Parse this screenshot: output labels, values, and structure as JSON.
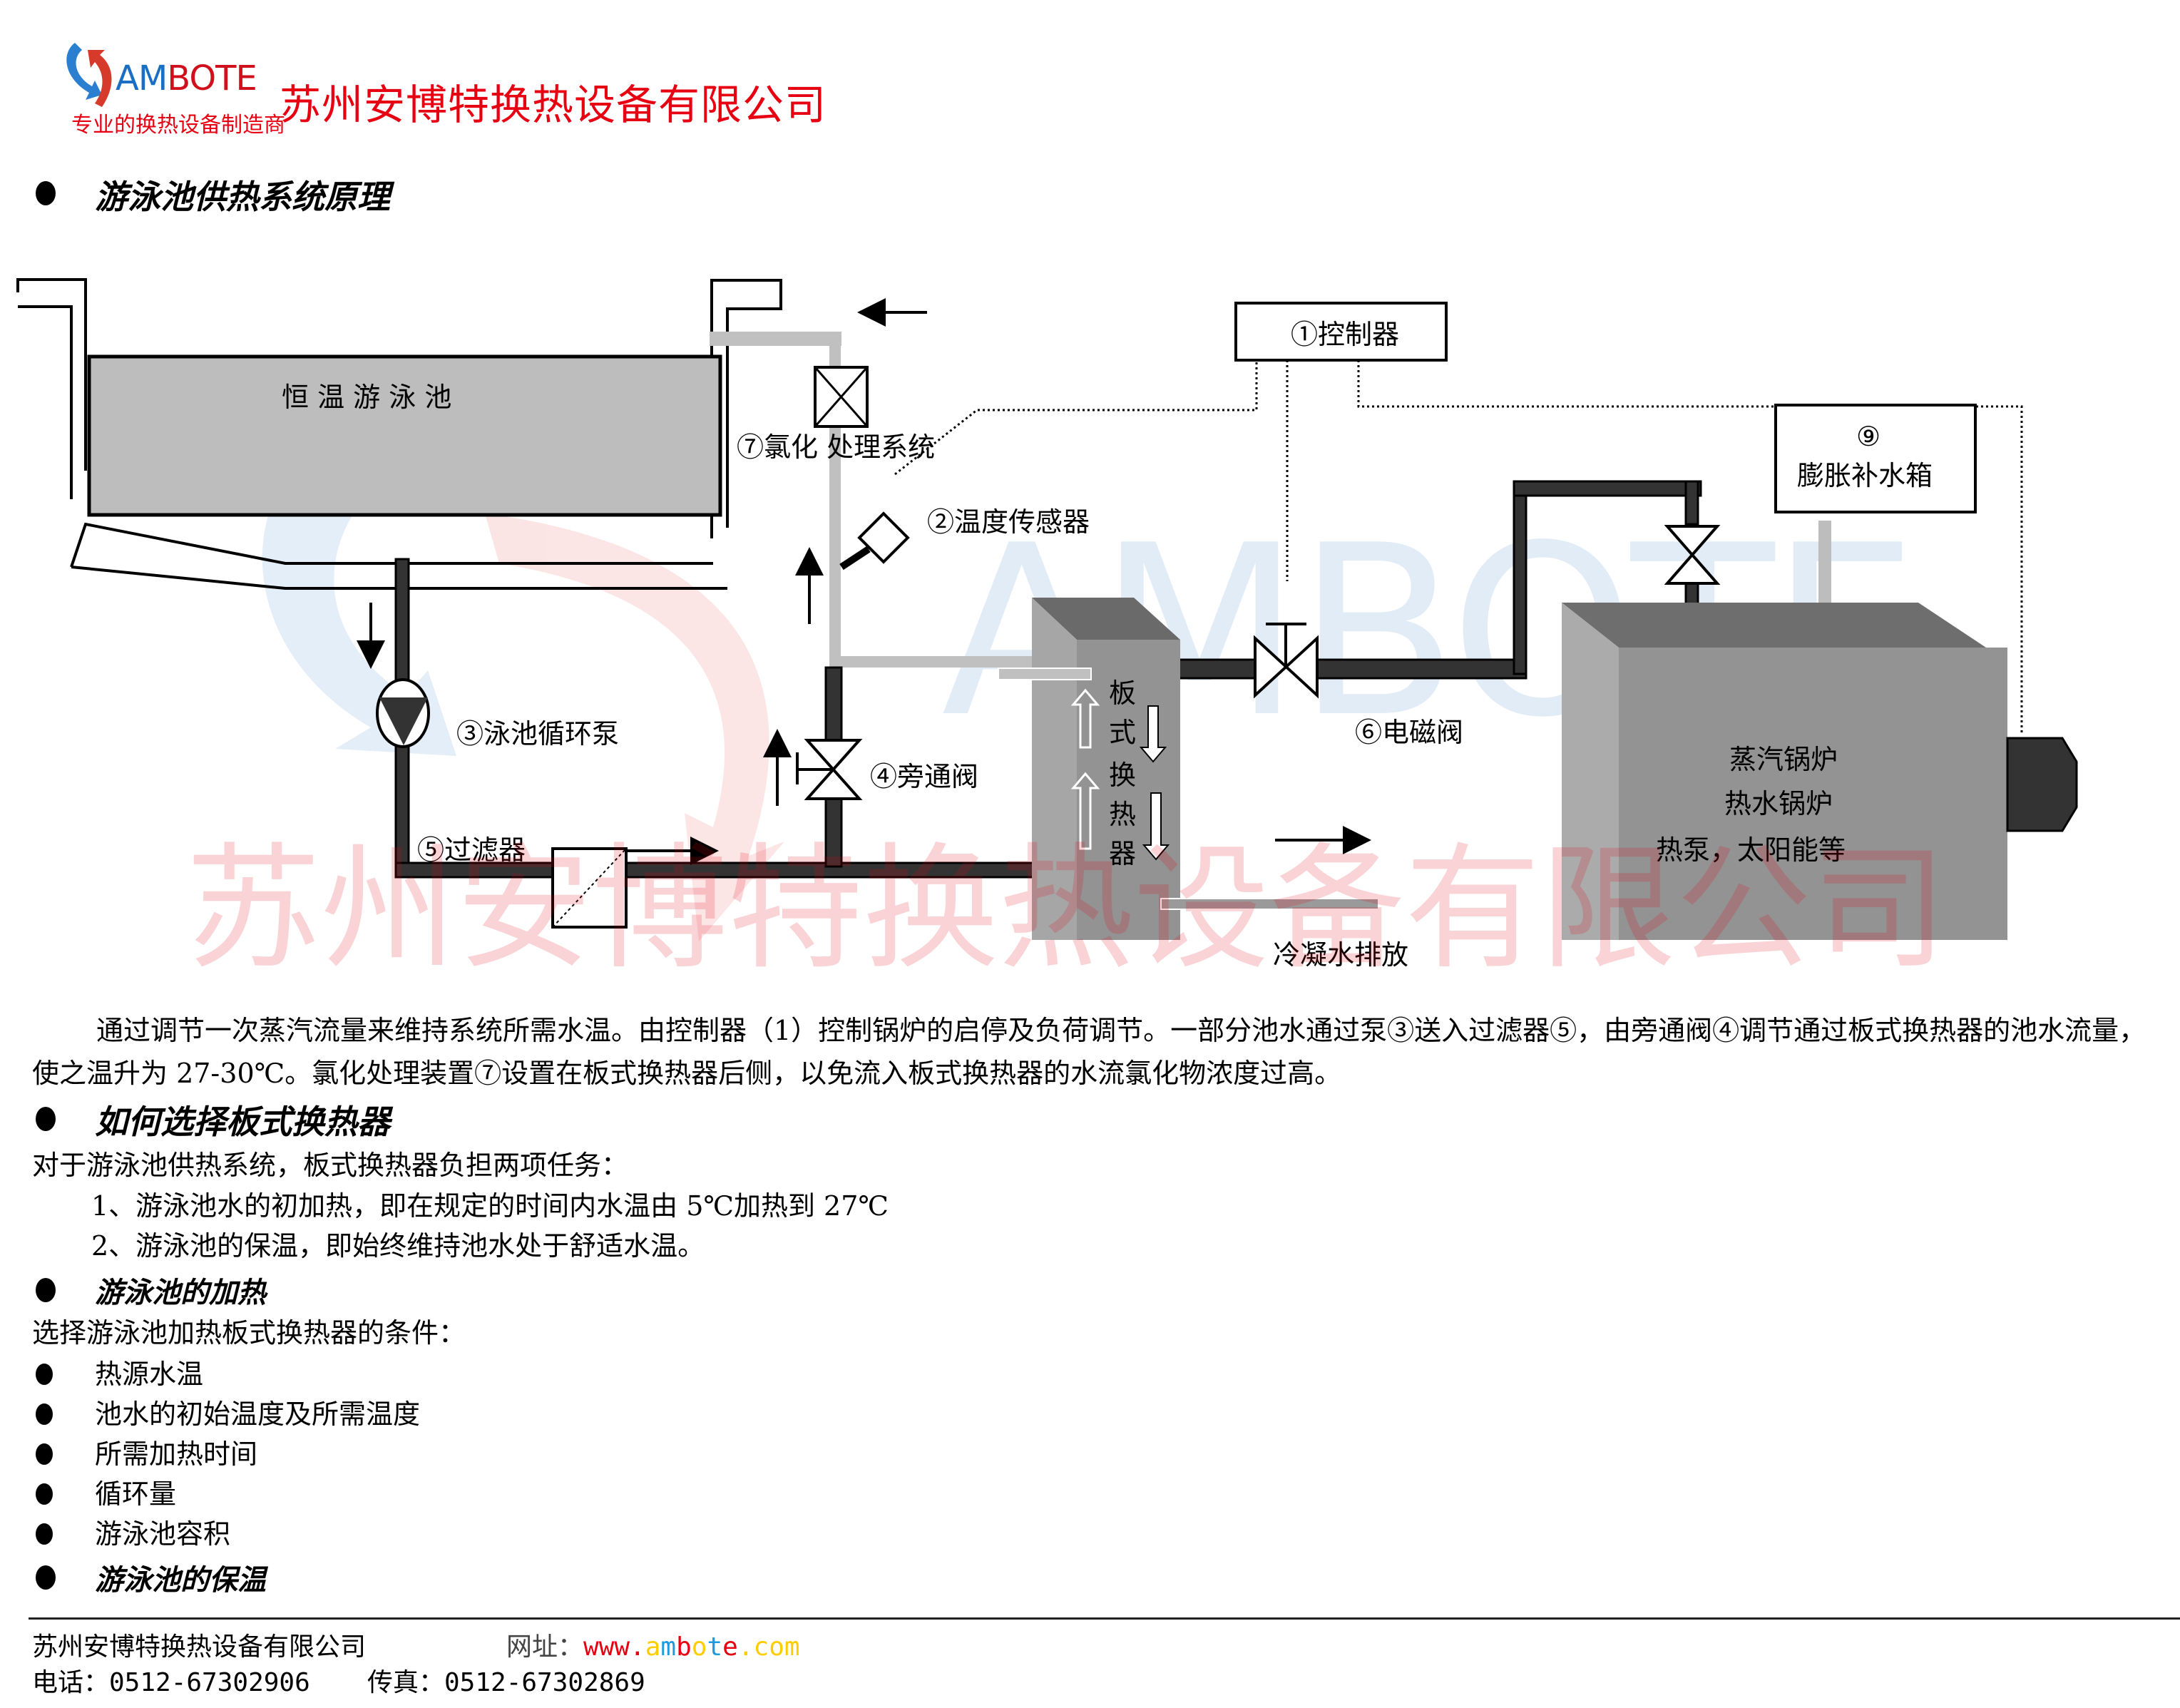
{
  "header": {
    "brand_part1": "AM",
    "brand_part2": "BOTE",
    "slogan": "专业的换热设备制造商",
    "company_name": "苏州安博特换热设备有限公司",
    "logo_icon": "circular-arrows-logo-icon",
    "colors": {
      "red": "#e60012",
      "blue": "#1a6fc4"
    }
  },
  "section1": {
    "title": "游泳池供热系统原理"
  },
  "diagram": {
    "pool_label": "恒 温 游 泳 池",
    "controller": "①控制器",
    "chlorination": "⑦氯化 处理系统",
    "temp_sensor": "②温度传感器",
    "pump": "③泳池循环泵",
    "bypass_valve": "④旁通阀",
    "filter": "⑤过滤器",
    "solenoid_valve": "⑥电磁阀",
    "expansion_num": "⑨",
    "expansion_tank": "膨胀补水箱",
    "plate_hx_chars": [
      "板",
      "式",
      "换",
      "热",
      "器"
    ],
    "boiler_lines": [
      "蒸汽锅炉",
      "热水锅炉",
      "热泵，太阳能等"
    ],
    "condensate": "冷凝水排放",
    "watermark_brand": "AMBOTE",
    "watermark_company": "苏州安博特换热设备有限公司"
  },
  "section1_text": "通过调节一次蒸汽流量来维持系统所需水温。由控制器（1）控制锅炉的启停及负荷调节。一部分池水通过泵③送入过滤器⑤，由旁通阀④调节通过板式换热器的池水流量，使之温升为 27-30℃。氯化处理装置⑦设置在板式换热器后侧，以免流入板式换热器的水流氯化物浓度过高。",
  "section2": {
    "title": "如何选择板式换热器",
    "intro": "对于游泳池供热系统，板式换热器负担两项任务：",
    "tasks": [
      "1、游泳池水的初加热，即在规定的时间内水温由  5℃加热到 27℃",
      "2、游泳池的保温，即始终维持池水处于舒适水温。"
    ]
  },
  "section3": {
    "title": "游泳池的加热",
    "intro": "选择游泳池加热板式换热器的条件：",
    "conditions": [
      "热源水温",
      "池水的初始温度及所需温度",
      "所需加热时间",
      "循环量",
      "游泳池容积"
    ]
  },
  "section4": {
    "title": "游泳池的保温"
  },
  "footer": {
    "company": "苏州安博特换热设备有限公司",
    "website_label": "网址：",
    "website_parts": [
      {
        "text": "www.",
        "color": "#e60012"
      },
      {
        "text": "a",
        "color": "#ffcc00"
      },
      {
        "text": "m",
        "color": "#1e9be0"
      },
      {
        "text": "b",
        "color": "#e60012"
      },
      {
        "text": "o",
        "color": "#ffcc00"
      },
      {
        "text": "t",
        "color": "#1e9be0"
      },
      {
        "text": "e",
        "color": "#e60012"
      },
      {
        "text": ".com",
        "color": "#ffcc00"
      }
    ],
    "phone": "电话：0512-67302906",
    "fax": "传真：0512-67302869"
  }
}
